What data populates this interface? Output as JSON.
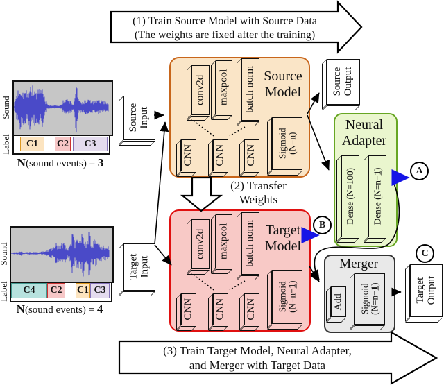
{
  "step_arrows": {
    "s1l1": "(1) Train Source Model with Source Data",
    "s1l2": "(The weights are fixed after the training)",
    "s2l1": "(2) Transfer",
    "s2l2": "Weights",
    "s3l1": "(3) Train Target Model, Neural Adapter,",
    "s3l2": "and Merger with Target Data"
  },
  "source_model": {
    "title1": "Source",
    "title2": "Model",
    "conv2d": "conv2d",
    "maxpool": "maxpool",
    "batchnorm": "batch norm",
    "cnn": "CNN",
    "sigmoid1": "Sigmoid",
    "sigmoid2": "(N=n)"
  },
  "target_model": {
    "title1": "Target",
    "title2": "Model",
    "conv2d": "conv2d",
    "maxpool": "maxpool",
    "batchnorm": "batch norm",
    "cnn": "CNN",
    "sigmoid1": "Sigmoid",
    "sig2_pre": "(N=n+",
    "sig2_u": "1",
    "sig2_post": ")"
  },
  "neural_adapter": {
    "title1": "Neural",
    "title2": "Adapter",
    "dense1": "Dense (N=100)",
    "dense2_pre": "Dense (N=n+",
    "dense2_u": "1",
    "dense2_post": ")"
  },
  "merger": {
    "title": "Merger",
    "add": "Add",
    "sigmoid1": "Sigmoid",
    "sig2_pre": "(N=n+",
    "sig2_u": "1",
    "sig2_post": ")"
  },
  "io": {
    "source_input1": "Source",
    "source_input2": "Input",
    "source_output1": "Source",
    "source_output2": "Output",
    "target_input1": "Target",
    "target_input2": "Input",
    "target_output1": "Target",
    "target_output2": "Output"
  },
  "badges": {
    "a": "A",
    "b": "B",
    "c": "C"
  },
  "source_sound": {
    "axis_sound": "Sound",
    "axis_label": "Label",
    "n_bold": "N",
    "n_mid": "(sound events) = ",
    "n_value": "3",
    "segments": [
      {
        "label": "C1",
        "fill": "#FCE4C0",
        "border": "#DD9922"
      },
      {
        "label": "C2",
        "fill": "#F6C7C7",
        "border": "#CC3333"
      },
      {
        "label": "C3",
        "fill": "#E4DBEE",
        "border": "#8574B8"
      }
    ]
  },
  "target_sound": {
    "axis_sound": "Sound",
    "axis_label": "Label",
    "n_bold": "N",
    "n_mid": "(sound events) = ",
    "n_value": "4",
    "segments": [
      {
        "label": "C4",
        "fill": "#B7E2DE",
        "border": "#44998F"
      },
      {
        "label": "C2",
        "fill": "#F6C7C7",
        "border": "#CC3333"
      },
      {
        "label": "C1",
        "fill": "#FCE4C0",
        "border": "#DD9922"
      },
      {
        "label": "C3",
        "fill": "#E4DBEE",
        "border": "#8574B8"
      }
    ]
  },
  "colors": {
    "source_panel_border": "#C8661B",
    "source_panel_fill": "#FAE5C7",
    "target_panel_border": "#E01010",
    "target_panel_fill": "#F8C9C6",
    "adapter_border": "#67A623",
    "adapter_fill": "#EAF6CE",
    "merger_border": "#333333",
    "merger_fill": "#E9E9E9",
    "arrow_blue": "#1515E6",
    "waveform_blue": "#4A4AC8",
    "waveform_bg": "#C6C6C6"
  },
  "waveforms": {
    "color": "#4A4AC8",
    "top_envelope": [
      [
        0,
        0.05
      ],
      [
        0.03,
        0.55
      ],
      [
        0.06,
        0.82
      ],
      [
        0.12,
        0.6
      ],
      [
        0.18,
        0.88
      ],
      [
        0.24,
        0.58
      ],
      [
        0.3,
        0.72
      ],
      [
        0.33,
        0.3
      ],
      [
        0.36,
        0.06
      ],
      [
        0.48,
        0.05
      ],
      [
        0.52,
        0.24
      ],
      [
        0.56,
        0.3
      ],
      [
        0.6,
        0.22
      ],
      [
        0.63,
        0.07
      ],
      [
        0.655,
        1.0
      ],
      [
        0.68,
        0.26
      ],
      [
        0.72,
        0.2
      ],
      [
        0.78,
        0.3
      ],
      [
        0.84,
        0.2
      ],
      [
        0.9,
        0.26
      ],
      [
        1,
        0.18
      ]
    ],
    "bottom_envelope": [
      [
        0,
        0.03
      ],
      [
        0.08,
        0.05
      ],
      [
        0.1,
        0.12
      ],
      [
        0.12,
        0.04
      ],
      [
        0.2,
        0.05
      ],
      [
        0.28,
        0.04
      ],
      [
        0.35,
        0.08
      ],
      [
        0.42,
        0.2
      ],
      [
        0.46,
        0.36
      ],
      [
        0.5,
        0.3
      ],
      [
        0.54,
        0.4
      ],
      [
        0.57,
        0.16
      ],
      [
        0.6,
        0.3
      ],
      [
        0.63,
        0.92
      ],
      [
        0.65,
        0.3
      ],
      [
        0.68,
        0.78
      ],
      [
        0.7,
        0.35
      ],
      [
        0.73,
        1.0
      ],
      [
        0.76,
        0.4
      ],
      [
        0.79,
        0.85
      ],
      [
        0.82,
        0.35
      ],
      [
        0.85,
        0.5
      ],
      [
        0.9,
        0.3
      ],
      [
        1,
        0.22
      ]
    ]
  }
}
